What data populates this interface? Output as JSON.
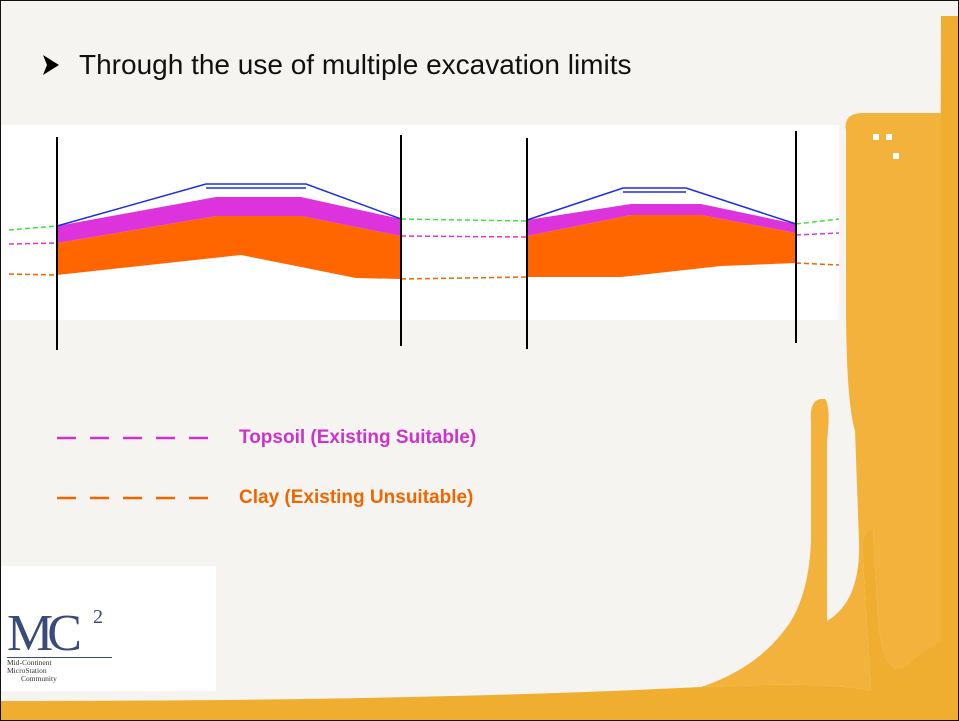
{
  "slide": {
    "title": "Through the use of multiple excavation limits",
    "accent_color": "#f0ae30"
  },
  "legend": [
    {
      "label": "Topsoil (Existing Suitable)",
      "color": "#cc33cc"
    },
    {
      "label": "Clay (Existing Unsuitable)",
      "color": "#ee6600"
    }
  ],
  "diagram": {
    "colors": {
      "finished_grade": "#1a2ee0",
      "existing_ground": "#44dd44",
      "topsoil": "#dd33dd",
      "clay": "#ff6600",
      "limit_line": "#000000"
    }
  },
  "logo": {
    "mark": "MC",
    "superscript": "2",
    "line1": "Mid-Continent",
    "line2": "MicroStation",
    "line3": "Community"
  }
}
